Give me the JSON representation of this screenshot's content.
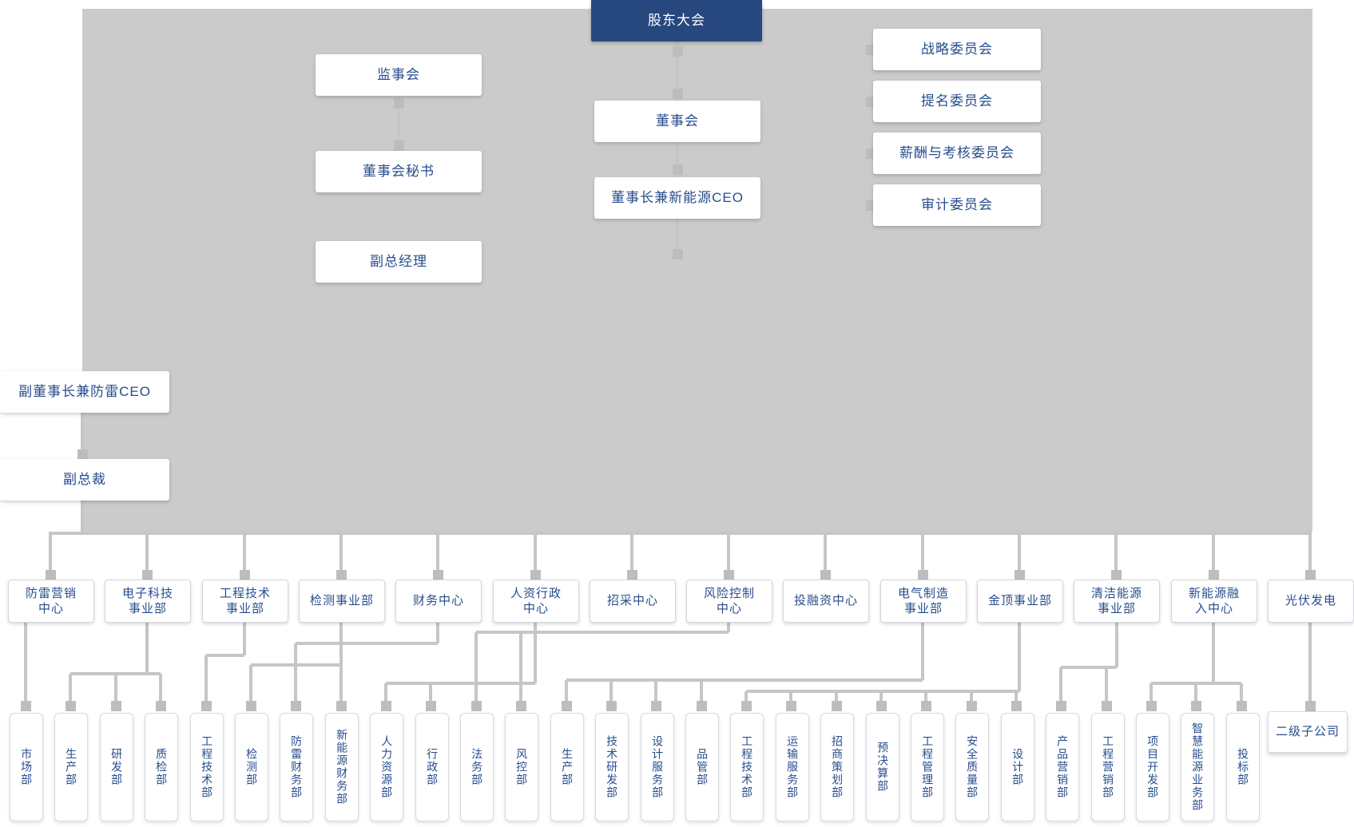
{
  "org_chart": {
    "colors": {
      "primary_box_bg": "#27477f",
      "primary_box_text": "#ffffff",
      "node_text": "#274d8d",
      "node_bg": "#ffffff",
      "node_border": "#d9dbe0",
      "connector": "#c6c6c6",
      "joint": "#bdbdbd",
      "backdrop": "#cbcbcb"
    },
    "root": {
      "label": "股东大会"
    },
    "supervisory_column": {
      "supervisory_board": "监事会",
      "board_secretary": "董事会秘书",
      "deputy_general_manager": "副总经理"
    },
    "governance_column": {
      "board": "董事会",
      "chairman": "董事长兼新能源CEO"
    },
    "committees": [
      {
        "label": "战略委员会"
      },
      {
        "label": "提名委员会"
      },
      {
        "label": "薪酬与考核委员会"
      },
      {
        "label": "审计委员会"
      }
    ],
    "executive_branch": {
      "vice_chairman": "副董事长兼防雷CEO",
      "vice_president": "副总裁"
    },
    "middle_row": [
      {
        "label": "防雷营销\n中心"
      },
      {
        "label": "电子科技\n事业部"
      },
      {
        "label": "工程技术\n事业部"
      },
      {
        "label": "检测事业部"
      },
      {
        "label": "财务中心"
      },
      {
        "label": "人资行政\n中心"
      },
      {
        "label": "招采中心"
      },
      {
        "label": "风险控制\n中心"
      },
      {
        "label": "投融资中心"
      },
      {
        "label": "电气制造\n事业部"
      },
      {
        "label": "金顶事业部"
      },
      {
        "label": "清洁能源\n事业部"
      },
      {
        "label": "新能源融\n入中心"
      },
      {
        "label": "光伏发电"
      }
    ],
    "bottom_row": [
      {
        "label": "市场部"
      },
      {
        "label": "生产部"
      },
      {
        "label": "研发部"
      },
      {
        "label": "质检部"
      },
      {
        "label": "工程技术部"
      },
      {
        "label": "检测部"
      },
      {
        "label": "防雷财务部"
      },
      {
        "label": "新能源财务部"
      },
      {
        "label": "人力资源部"
      },
      {
        "label": "行政部"
      },
      {
        "label": "法务部"
      },
      {
        "label": "风控部"
      },
      {
        "label": "生产部"
      },
      {
        "label": "技术研发部"
      },
      {
        "label": "设计服务部"
      },
      {
        "label": "品管部"
      },
      {
        "label": "工程技术部"
      },
      {
        "label": "运输服务部"
      },
      {
        "label": "招商策划部"
      },
      {
        "label": "预决算部"
      },
      {
        "label": "工程管理部"
      },
      {
        "label": "安全质量部"
      },
      {
        "label": "设计部"
      },
      {
        "label": "产品营销部"
      },
      {
        "label": "工程营销部"
      },
      {
        "label": "项目开发部"
      },
      {
        "label": "智慧能源业务部"
      },
      {
        "label": "投标部"
      }
    ],
    "subsidiary": {
      "label": "二级子公司"
    }
  }
}
